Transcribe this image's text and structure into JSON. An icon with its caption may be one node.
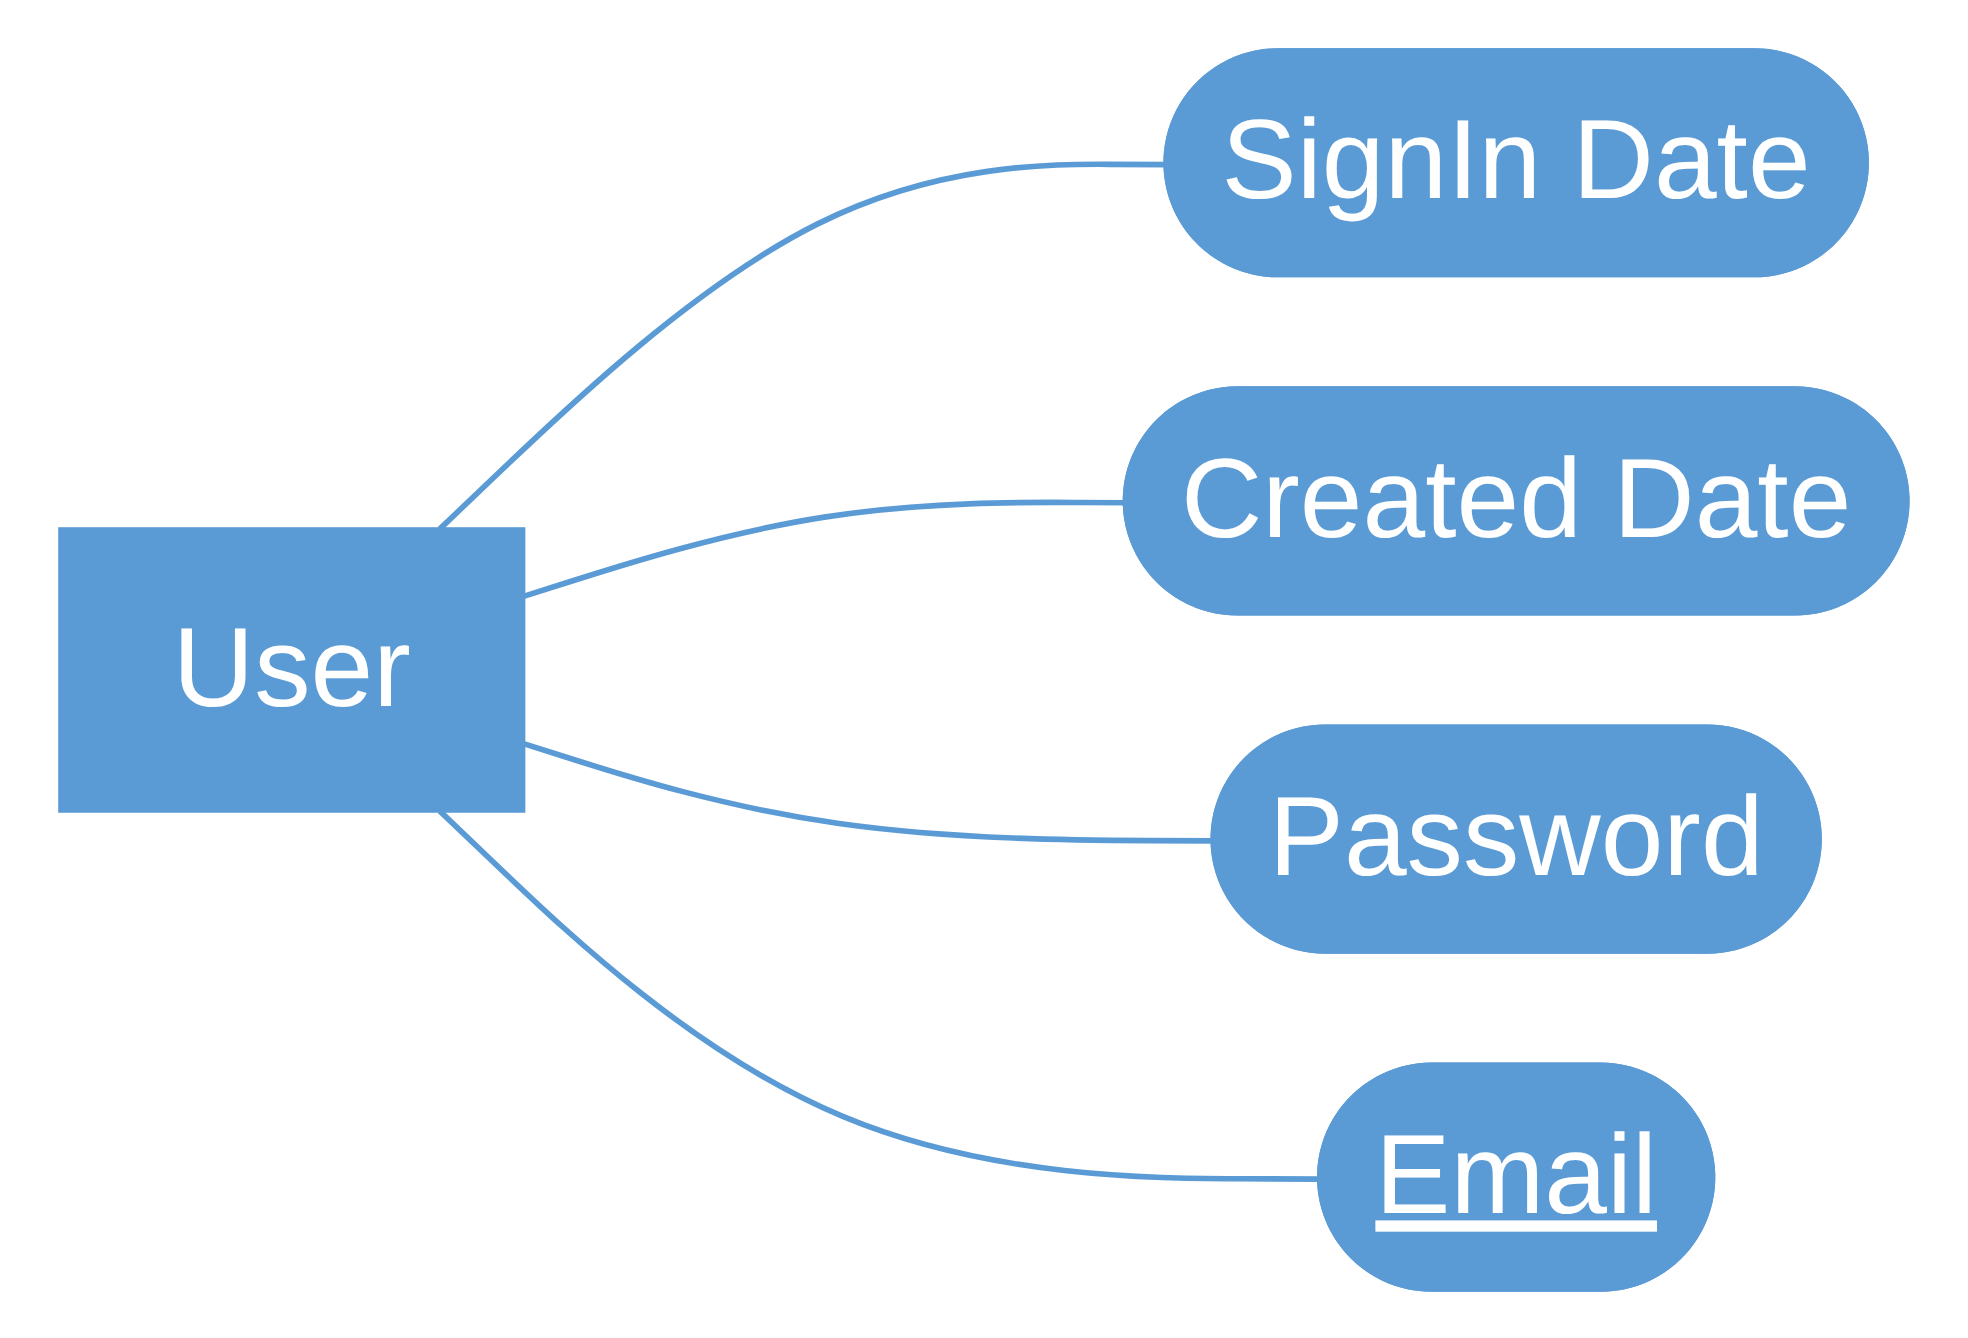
{
  "diagram": {
    "nodes": [
      {
        "text": [
          "User"
        ]
      },
      {
        "text": [
          "SignIn Date"
        ]
      },
      {
        "text": [
          "Created Date"
        ]
      },
      {
        "text": [
          "Password"
        ]
      },
      {
        "text": [
          "Email"
        ]
      }
    ],
    "edges": [
      {
        "from": 0,
        "to": 1,
        "arrow": "none"
      },
      {
        "from": 0,
        "to": 2,
        "arrow": "none"
      },
      {
        "from": 0,
        "to": 3,
        "arrow": "none"
      },
      {
        "from": 0,
        "to": 4,
        "arrow": "none"
      }
    ]
  }
}
